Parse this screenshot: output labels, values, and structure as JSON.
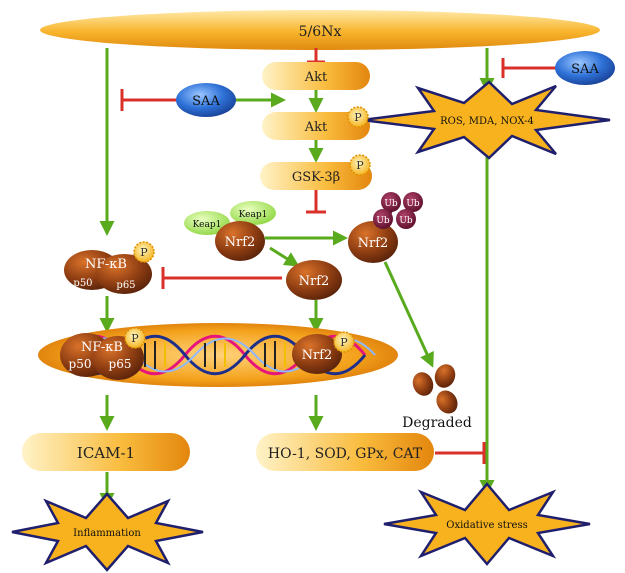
{
  "top_bar": {
    "label": "5/6Nx"
  },
  "akt_top": {
    "label": "Akt"
  },
  "akt_p": {
    "label": "Akt"
  },
  "gsk": {
    "label": "GSK-3β"
  },
  "saa_left": {
    "label": "SAA"
  },
  "saa_right": {
    "label": "SAA"
  },
  "ros_star": {
    "label": "ROS, MDA, NOX-4"
  },
  "keap1_a": {
    "label": "Keap1"
  },
  "keap1_b": {
    "label": "Keap1"
  },
  "nrf2_bound": {
    "label": "Nrf2"
  },
  "nrf2_ub": {
    "label": "Nrf2"
  },
  "nrf2_free": {
    "label": "Nrf2"
  },
  "nrf2_nuclear": {
    "label": "Nrf2"
  },
  "ub": {
    "labels": [
      "Ub",
      "Ub",
      "Ub",
      "Ub"
    ]
  },
  "nfkb_cyto": {
    "label": "NF-κB",
    "p50": "p50",
    "p65": "p65"
  },
  "nfkb_nuclear": {
    "label": "NF-κB",
    "p50": "p50",
    "p65": "p65"
  },
  "phospho": {
    "label": "P"
  },
  "degraded": {
    "label": "Degraded"
  },
  "icam": {
    "label": "ICAM-1"
  },
  "antioxidants": {
    "label": "HO-1, SOD, GPx, CAT"
  },
  "inflammation": {
    "label": "Inflammation"
  },
  "oxidative": {
    "label": "Oxidative stress"
  },
  "colors": {
    "activation_arrow": "#5aaa1e",
    "inhibition": "#d9302a",
    "star_fill": "#f7b21e",
    "star_stroke": "#1f1f6e",
    "saa_fill": "#2f72d8"
  }
}
